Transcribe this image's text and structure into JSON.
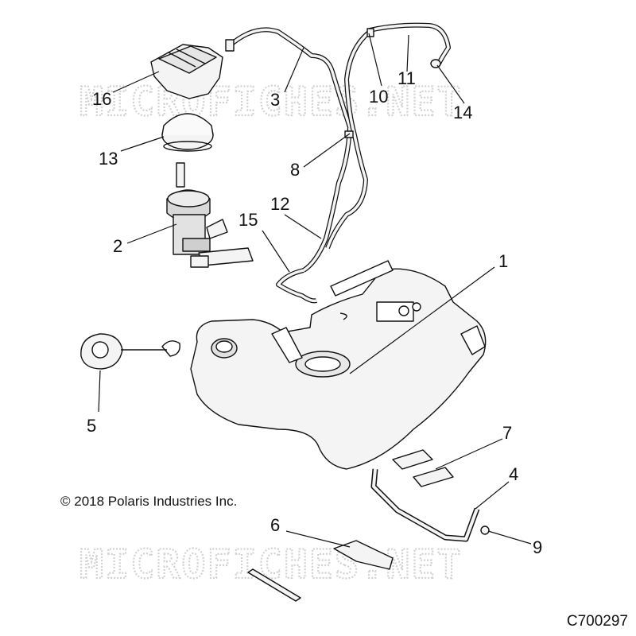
{
  "watermark": "MICROFICHES.NET",
  "copyright": "© 2018 Polaris Industries Inc.",
  "diagram_code": "C700297",
  "callouts": [
    {
      "key": "c1",
      "label": "1"
    },
    {
      "key": "c2",
      "label": "2"
    },
    {
      "key": "c3",
      "label": "3"
    },
    {
      "key": "c4",
      "label": "4"
    },
    {
      "key": "c5",
      "label": "5"
    },
    {
      "key": "c6",
      "label": "6"
    },
    {
      "key": "c7",
      "label": "7"
    },
    {
      "key": "c8",
      "label": "8"
    },
    {
      "key": "c9",
      "label": "9"
    },
    {
      "key": "c10",
      "label": "10"
    },
    {
      "key": "c11",
      "label": "11"
    },
    {
      "key": "c12",
      "label": "12"
    },
    {
      "key": "c13",
      "label": "13"
    },
    {
      "key": "c14",
      "label": "14"
    },
    {
      "key": "c15",
      "label": "15"
    },
    {
      "key": "c16",
      "label": "16"
    }
  ]
}
